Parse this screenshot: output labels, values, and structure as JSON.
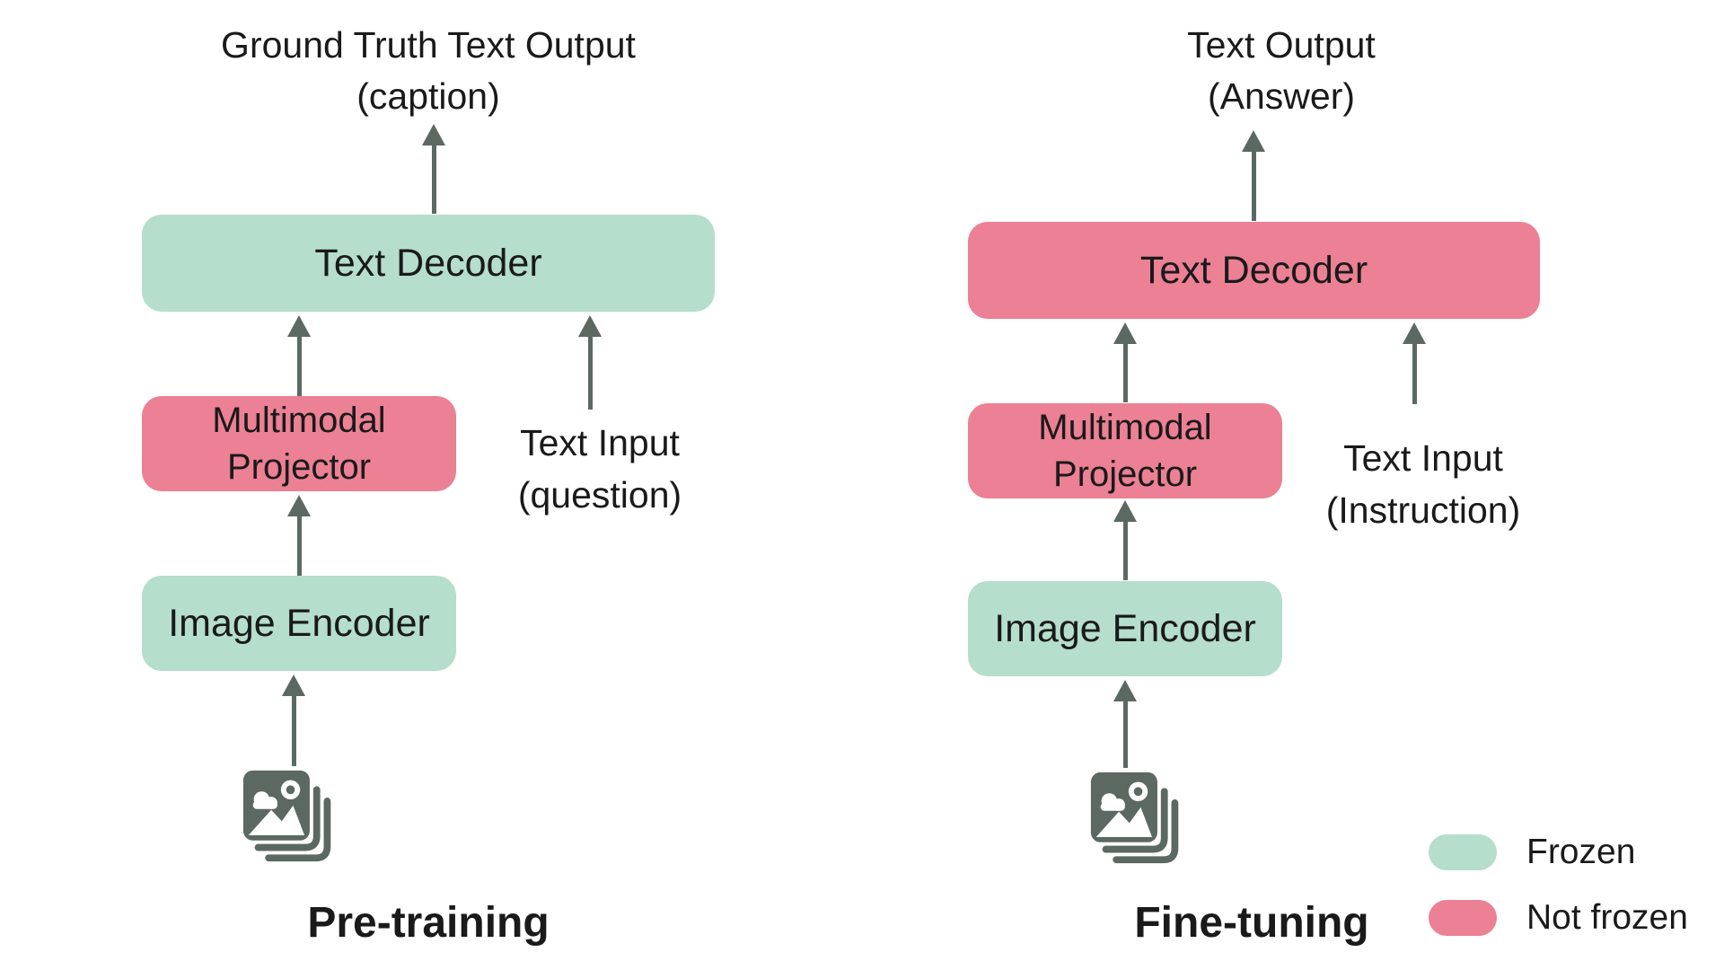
{
  "colors": {
    "frozen": "#b5decc",
    "not_frozen": "#ec8094",
    "arrow": "#5c6963",
    "text": "#1a1a1a"
  },
  "pretraining": {
    "output_line1": "Ground Truth Text Output",
    "output_line2": "(caption)",
    "text_decoder_label": "Text Decoder",
    "projector_line1": "Multimodal",
    "projector_line2": "Projector",
    "text_input_line1": "Text Input",
    "text_input_line2": "(question)",
    "image_encoder_label": "Image Encoder",
    "images_icon": "stacked-images-icon",
    "stage_label": "Pre-training"
  },
  "finetuning": {
    "output_line1": "Text Output",
    "output_line2": "(Answer)",
    "text_decoder_label": "Text Decoder",
    "projector_line1": "Multimodal",
    "projector_line2": "Projector",
    "text_input_line1": "Text Input",
    "text_input_line2": "(Instruction)",
    "image_encoder_label": "Image Encoder",
    "images_icon": "stacked-images-icon",
    "stage_label": "Fine-tuning"
  },
  "legend": {
    "frozen": "Frozen",
    "not_frozen": "Not frozen"
  }
}
